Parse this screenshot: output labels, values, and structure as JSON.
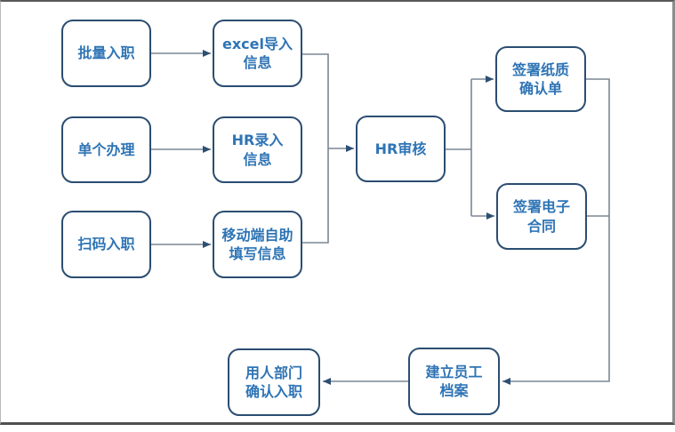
{
  "diagram": {
    "title": "",
    "nodes": {
      "batch": {
        "label": "批量入职"
      },
      "excel_import": {
        "label": "excel导入\n信息"
      },
      "single": {
        "label": "单个办理"
      },
      "hr_entry": {
        "label": "HR录入\n信息"
      },
      "scan": {
        "label": "扫码入职"
      },
      "mobile_self": {
        "label": "移动端自助\n填写信息"
      },
      "hr_review": {
        "label": "HR审核"
      },
      "paper_confirm": {
        "label": "签署纸质\n确认单"
      },
      "e_contract": {
        "label": "签署电子\n合同"
      },
      "employee_file": {
        "label": "建立员工\n档案"
      },
      "dept_confirm": {
        "label": "用人部门\n确认入职"
      }
    },
    "colors": {
      "node_border": "#2b4d71",
      "node_text": "#2e74b5",
      "connector_line": "#7c8795",
      "arrowhead": "#2d4f74",
      "background": "#ffffff",
      "frame_border": "#595959"
    }
  }
}
